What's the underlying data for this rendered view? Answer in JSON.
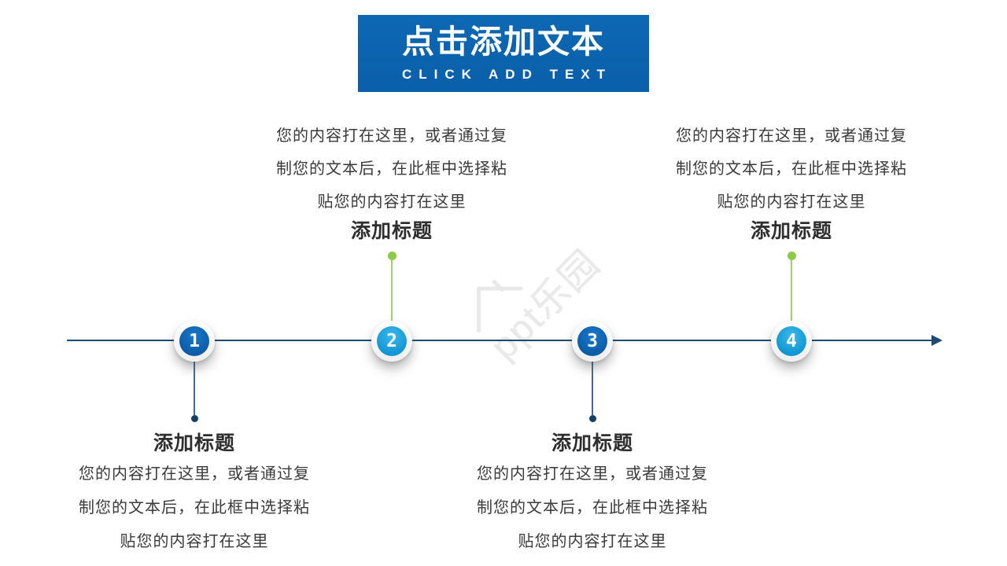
{
  "header": {
    "title": "点击添加文本",
    "subtitle": "CLICK ADD TEXT"
  },
  "watermark": {
    "text": "ppt乐园"
  },
  "items": [
    {
      "number": "1",
      "title": "添加标题",
      "lines": [
        "您的内容打在这里，或者通过复",
        "制您的文本后，在此框中选择粘",
        "贴您的内容打在这里"
      ]
    },
    {
      "number": "2",
      "title": "添加标题",
      "lines": [
        "您的内容打在这里，或者通过复",
        "制您的文本后，在此框中选择粘",
        "贴您的内容打在这里"
      ]
    },
    {
      "number": "3",
      "title": "添加标题",
      "lines": [
        "您的内容打在这里，或者通过复",
        "制您的文本后，在此框中选择粘",
        "贴您的内容打在这里"
      ]
    },
    {
      "number": "4",
      "title": "添加标题",
      "lines": [
        "您的内容打在这里，或者通过复",
        "制您的文本后，在此框中选择粘",
        "贴您的内容打在这里"
      ]
    }
  ],
  "colors": {
    "header_bg": "#0a64af",
    "node_dark_blue": "#0b5ba8",
    "node_light_blue": "#1295d2",
    "timeline_navy": "#1d4b72",
    "connector_navy": "#44688c",
    "connector_green": "#9bd467",
    "dot_navy": "#123f63",
    "dot_green": "#8ccb46",
    "body_text": "#3a3a3a"
  }
}
